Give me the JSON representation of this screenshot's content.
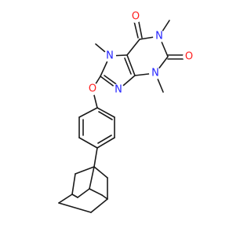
{
  "structure": {
    "atoms": {
      "n7": {
        "label": "N",
        "color": "#2323ff"
      },
      "n9": {
        "label": "N",
        "color": "#2323ff"
      },
      "n1": {
        "label": "N",
        "color": "#2323ff"
      },
      "n3": {
        "label": "N",
        "color": "#2323ff"
      },
      "o6": {
        "label": "O",
        "color": "#ff2020"
      },
      "o2": {
        "label": "O",
        "color": "#ff2020"
      },
      "o_ether": {
        "label": "O",
        "color": "#ff2020"
      }
    },
    "bond_color": "#1a1a1a"
  }
}
